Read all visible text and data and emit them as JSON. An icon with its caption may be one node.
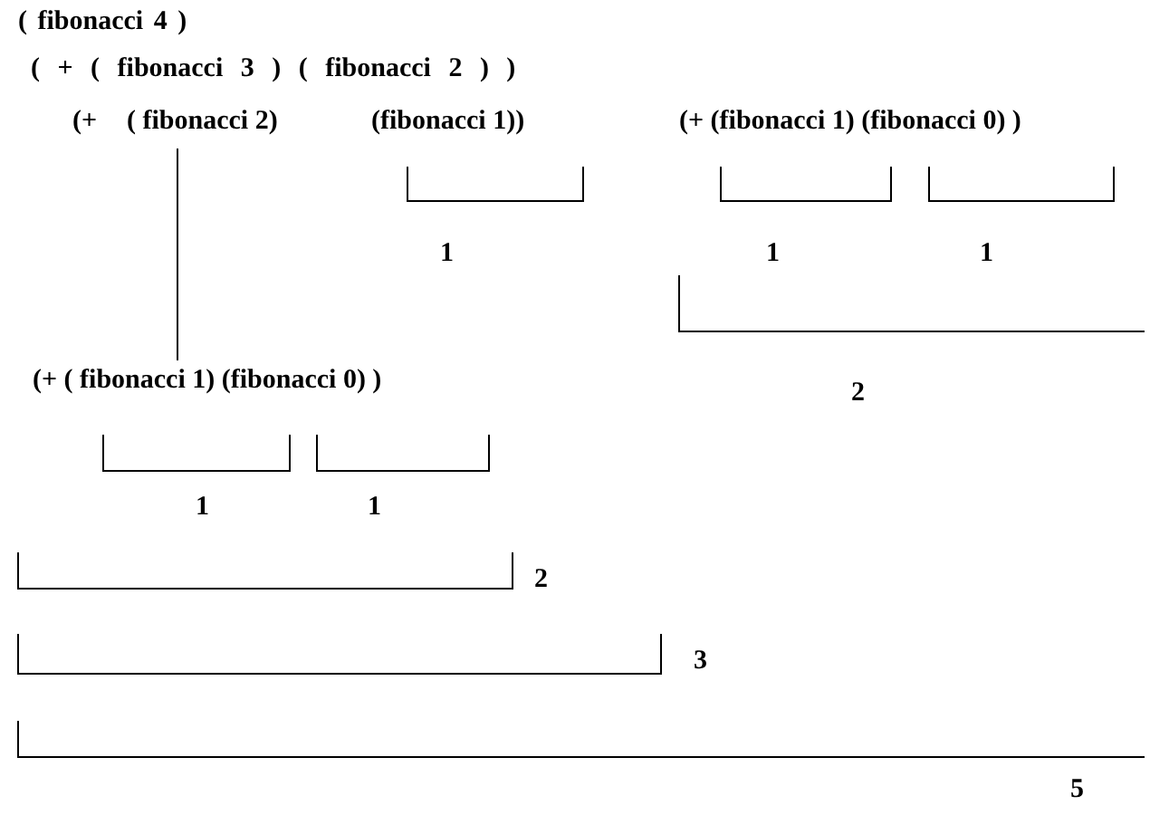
{
  "diagram": {
    "nodes": [
      {
        "text": [
          "( fibonacci 2)"
        ]
      },
      {
        "text": [
          "(+ ( fibonacci 1) (fibonacci 0) )"
        ]
      }
    ],
    "edges": [
      {
        "from": 0,
        "to": 1,
        "arrow": "none"
      }
    ],
    "labels": [
      "( fibonacci 4 )",
      "( + ( fibonacci 3 ) ( fibonacci 2 ) )",
      "(+",
      "(fibonacci 1))",
      "(+ (fibonacci 1) (fibonacci 0) )",
      "1",
      "1",
      "1",
      "2",
      "1",
      "1",
      "2",
      "3",
      "5"
    ]
  }
}
